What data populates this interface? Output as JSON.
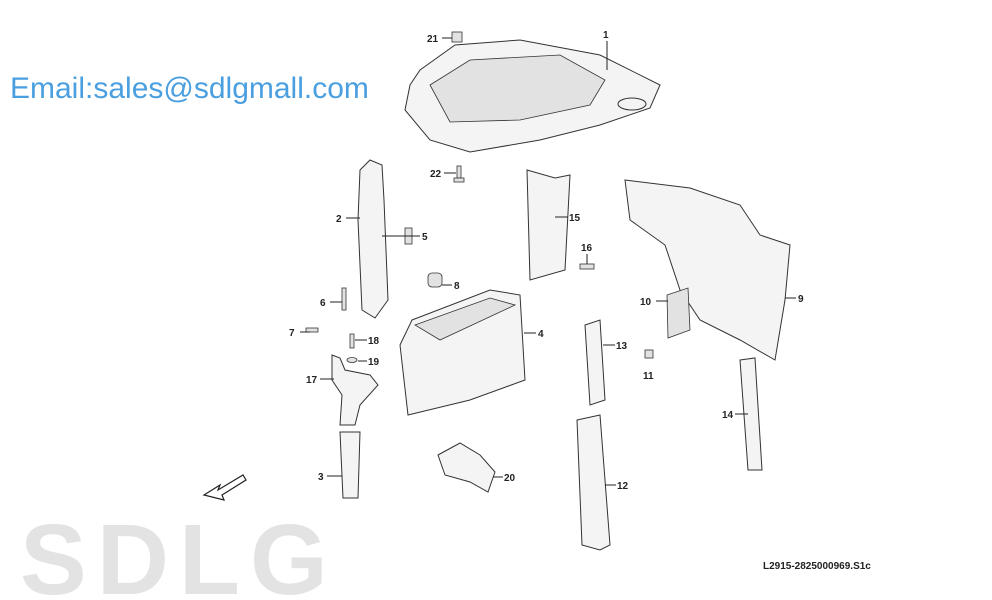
{
  "logo_text": "SDLG",
  "watermark": "Email:sales@sdlgmall.com",
  "drawing_code": "L2915-2825000969.S1c",
  "callouts": {
    "p1": "1",
    "p2": "2",
    "p3": "3",
    "p4": "4",
    "p5": "5",
    "p6": "6",
    "p7": "7",
    "p8": "8",
    "p9": "9",
    "p10": "10",
    "p11": "11",
    "p12": "12",
    "p13": "13",
    "p14": "14",
    "p15": "15",
    "p16": "16",
    "p17": "17",
    "p18": "18",
    "p19": "19",
    "p20": "20",
    "p21": "21",
    "p22": "22"
  }
}
